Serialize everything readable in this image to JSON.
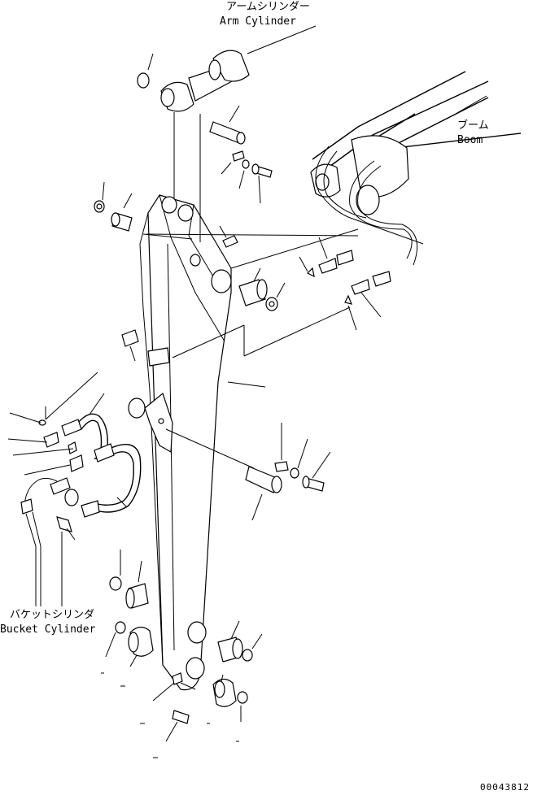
{
  "labels": {
    "arm_cylinder_jp": "アームシリンダー",
    "arm_cylinder_en": "Arm Cylinder",
    "boom_jp": "ブーム",
    "boom_en": "Boom",
    "bucket_cylinder_jp": "バケットシリンダ",
    "bucket_cylinder_en": "Bucket Cylinder"
  },
  "drawing_number": "00043812"
}
